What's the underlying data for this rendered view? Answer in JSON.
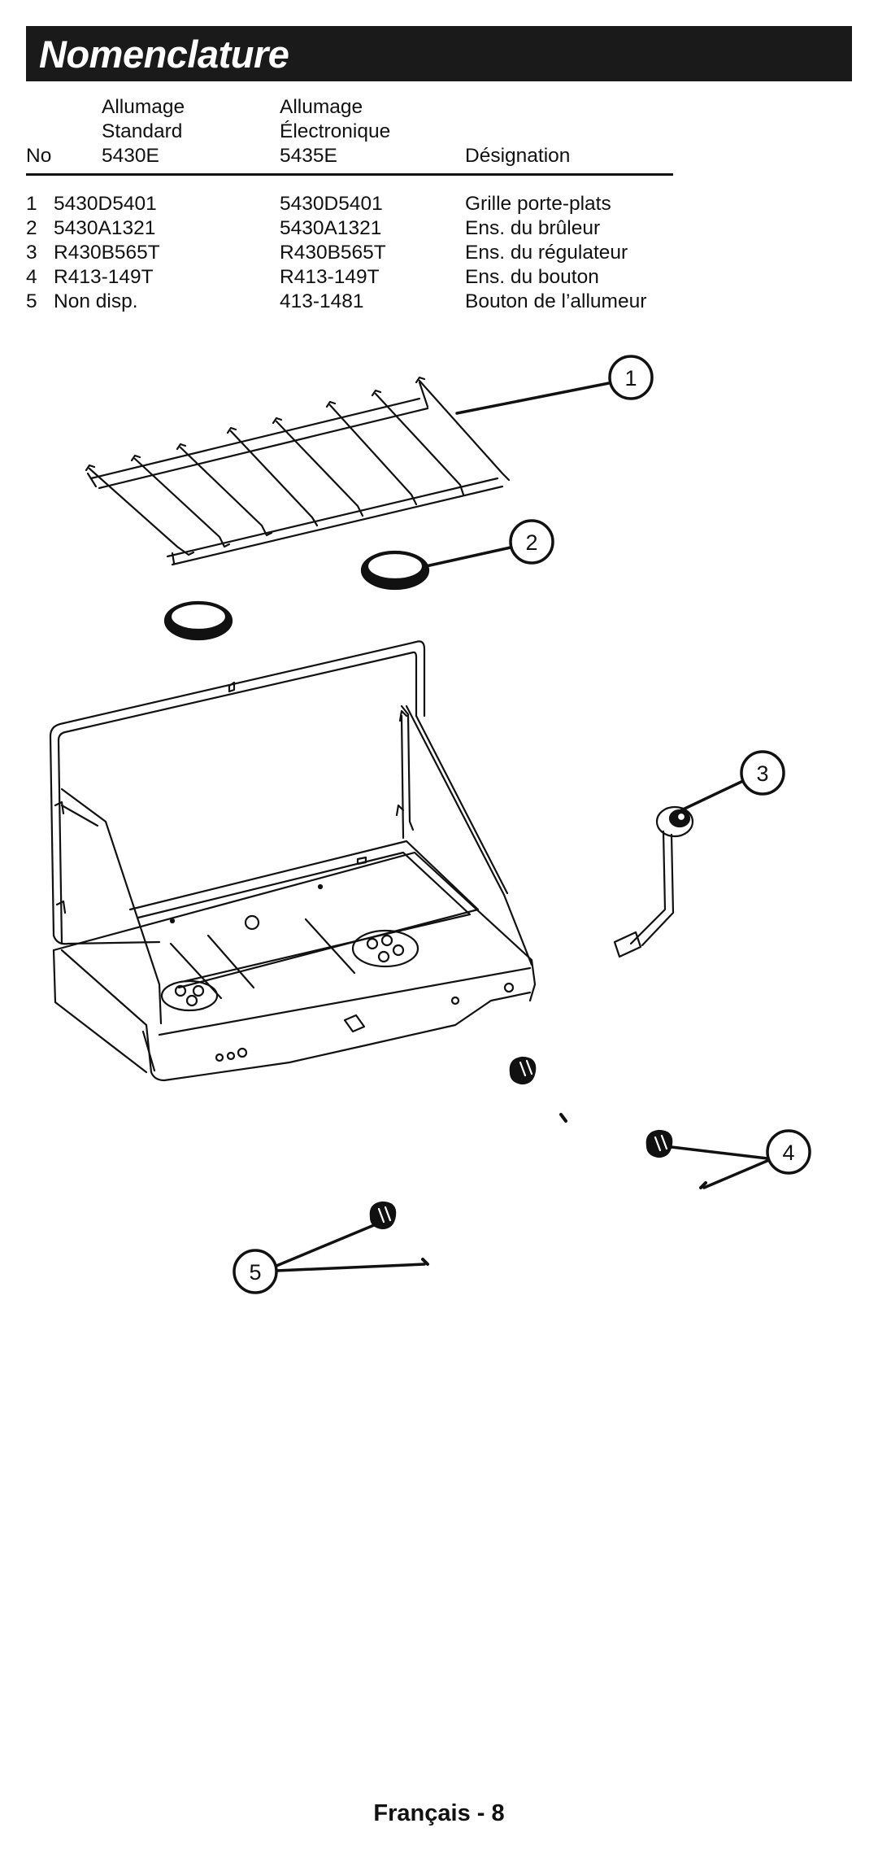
{
  "page": {
    "title": "Nomenclature",
    "footer": "Français - 8"
  },
  "table": {
    "headers": {
      "no": "No",
      "standard": [
        "Allumage",
        "Standard",
        "5430E"
      ],
      "electronic": [
        "Allumage",
        "Électronique",
        "5435E"
      ],
      "designation": "Désignation"
    },
    "rows": [
      {
        "no": "1",
        "standard": "5430D5401",
        "electronic": "5430D5401",
        "designation": "Grille porte-plats"
      },
      {
        "no": "2",
        "standard": "5430A1321",
        "electronic": "5430A1321",
        "designation": "Ens. du brûleur"
      },
      {
        "no": "3",
        "standard": "R430B565T",
        "electronic": "R430B565T",
        "designation": "Ens. du régulateur"
      },
      {
        "no": "4",
        "standard": "R413-149T",
        "electronic": "R413-149T",
        "designation": "Ens. du bouton"
      },
      {
        "no": "5",
        "standard": "Non disp.",
        "electronic": "413-1481",
        "designation": "Bouton de l’allumeur"
      }
    ]
  },
  "callouts": [
    "1",
    "2",
    "3",
    "4",
    "5"
  ]
}
